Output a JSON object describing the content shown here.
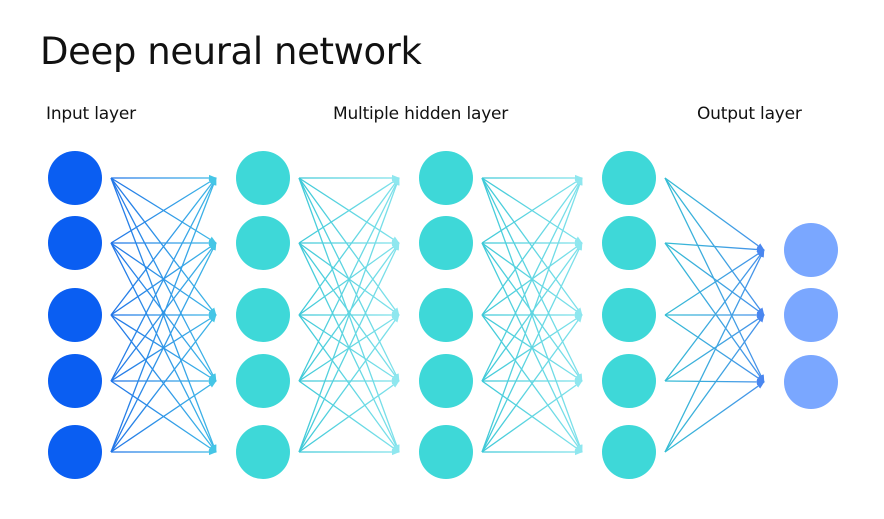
{
  "title": "Deep neural network",
  "labels": {
    "input": "Input layer",
    "hidden": "Multiple hidden layer",
    "output": "Output layer"
  },
  "network": {
    "layers": [
      {
        "role": "input",
        "nodes": 5,
        "color": "#0a5ef2"
      },
      {
        "role": "hidden",
        "nodes": 5,
        "color": "#3ed8d8"
      },
      {
        "role": "hidden",
        "nodes": 5,
        "color": "#3ed8d8"
      },
      {
        "role": "hidden",
        "nodes": 5,
        "color": "#3ed8d8"
      },
      {
        "role": "output",
        "nodes": 3,
        "color": "#7aa7ff"
      }
    ],
    "connection_colors": [
      [
        "#1f6fe8",
        "#45c6e6"
      ],
      [
        "#38c7d6",
        "#8fe7ef"
      ],
      [
        "#38c7d6",
        "#8fe7ef"
      ],
      [
        "#34c2d2",
        "#4a86f0"
      ]
    ],
    "fully_connected": true
  }
}
